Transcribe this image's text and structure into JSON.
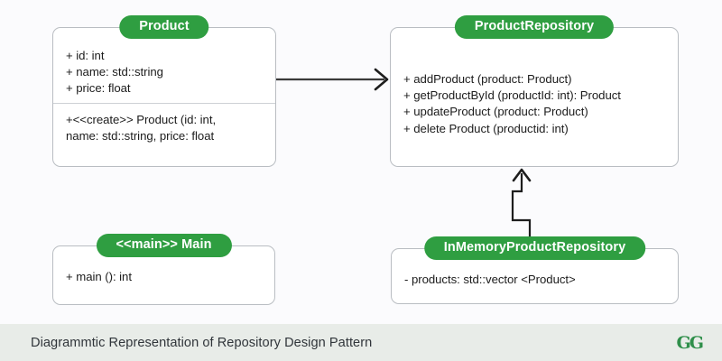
{
  "diagram": {
    "type": "uml-class-diagram",
    "background_color": "#fbfbfd",
    "accent_color": "#2f9e41",
    "border_color": "#b9bdc2",
    "classes": [
      {
        "id": "product",
        "name": "Product",
        "attributes": [
          "+ id: int",
          "+ name: std::string",
          "+ price: float"
        ],
        "operations": [
          "+<<create>> Product (id: int,\nname: std::string, price: float"
        ]
      },
      {
        "id": "product_repository",
        "name": "ProductRepository",
        "attributes": [],
        "operations": [
          "+ addProduct (product: Product)",
          "+ getProductById (productId: int): Product",
          "+ updateProduct (product: Product)",
          "+ delete Product (productid: int)"
        ]
      },
      {
        "id": "main",
        "name": "<<main>> Main",
        "attributes": [],
        "operations": [
          "+ main (): int"
        ]
      },
      {
        "id": "inmemory_product_repository",
        "name": "InMemoryProductRepository",
        "attributes": [
          "- products: std::vector <Product>"
        ],
        "operations": []
      }
    ],
    "connectors": [
      {
        "id": "product-to-repository",
        "kind": "association-arrow",
        "from": "product",
        "to": "product_repository",
        "style": "solid",
        "arrowhead": "open"
      },
      {
        "id": "inmemory-to-repository",
        "kind": "realization-arrow",
        "from": "inmemory_product_repository",
        "to": "product_repository",
        "style": "solid-stepped",
        "arrowhead": "open"
      }
    ]
  },
  "footer": {
    "caption": "Diagrammtic Representation of Repository Design Pattern",
    "logo_text": "GG",
    "background_color": "#e8ece8",
    "logo_color": "#2f8f4a"
  }
}
